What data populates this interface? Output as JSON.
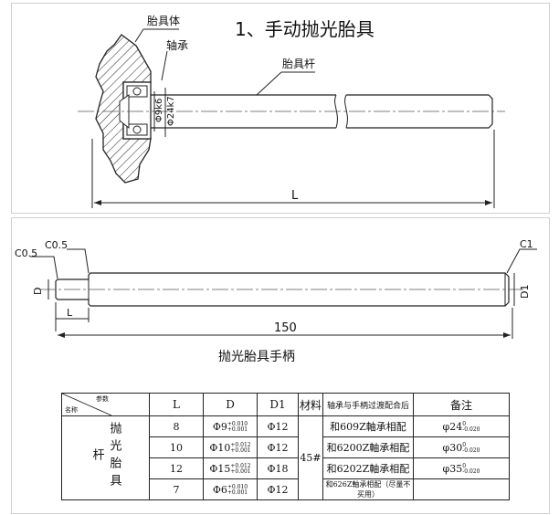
{
  "top": {
    "title": "1、手动抛光胎具",
    "labels": {
      "body": "胎具体",
      "bearing": "轴承",
      "rod": "胎具杆",
      "dim_d": "Φ9k6",
      "dim_d2": "Φ24k7",
      "length": "L"
    }
  },
  "bottom": {
    "labels": {
      "c05_left": "C0.5",
      "c05_right": "C0.5",
      "c1": "C1",
      "d": "D",
      "d1": "D1",
      "l": "L",
      "length": "150"
    },
    "caption": "抛光胎具手柄",
    "table": {
      "corner_top": "参数",
      "corner_bottom": "名称",
      "headers": [
        "L",
        "D",
        "D1",
        "材料",
        "轴承与手柄过渡配合后",
        "备注"
      ],
      "name": "抛光胎具杆",
      "material": "45#",
      "rows": [
        {
          "L": "8",
          "D": "Φ9",
          "D_tol_up": "+0.010",
          "D_tol_low": "+0.001",
          "D1": "Φ12",
          "fit": "和609Z軸承相配",
          "note": "φ24",
          "note_tol_up": "0",
          "note_tol_low": "-0.020"
        },
        {
          "L": "10",
          "D": "Φ10",
          "D_tol_up": "+0.012",
          "D_tol_low": "+0.001",
          "D1": "Φ12",
          "fit": "和6200Z軸承相配",
          "note": "φ30",
          "note_tol_up": "0",
          "note_tol_low": "-0.020"
        },
        {
          "L": "12",
          "D": "Φ15",
          "D_tol_up": "+0.012",
          "D_tol_low": "+0.001",
          "D1": "Φ18",
          "fit": "和6202Z軸承相配",
          "note": "φ35",
          "note_tol_up": "0",
          "note_tol_low": "-0.020"
        },
        {
          "L": "7",
          "D": "Φ6",
          "D_tol_up": "+0.010",
          "D_tol_low": "+0.001",
          "D1": "Φ12",
          "fit": "和626Z軸承相配（尽量不买用）",
          "note": "",
          "note_tol_up": "",
          "note_tol_low": ""
        }
      ]
    }
  }
}
